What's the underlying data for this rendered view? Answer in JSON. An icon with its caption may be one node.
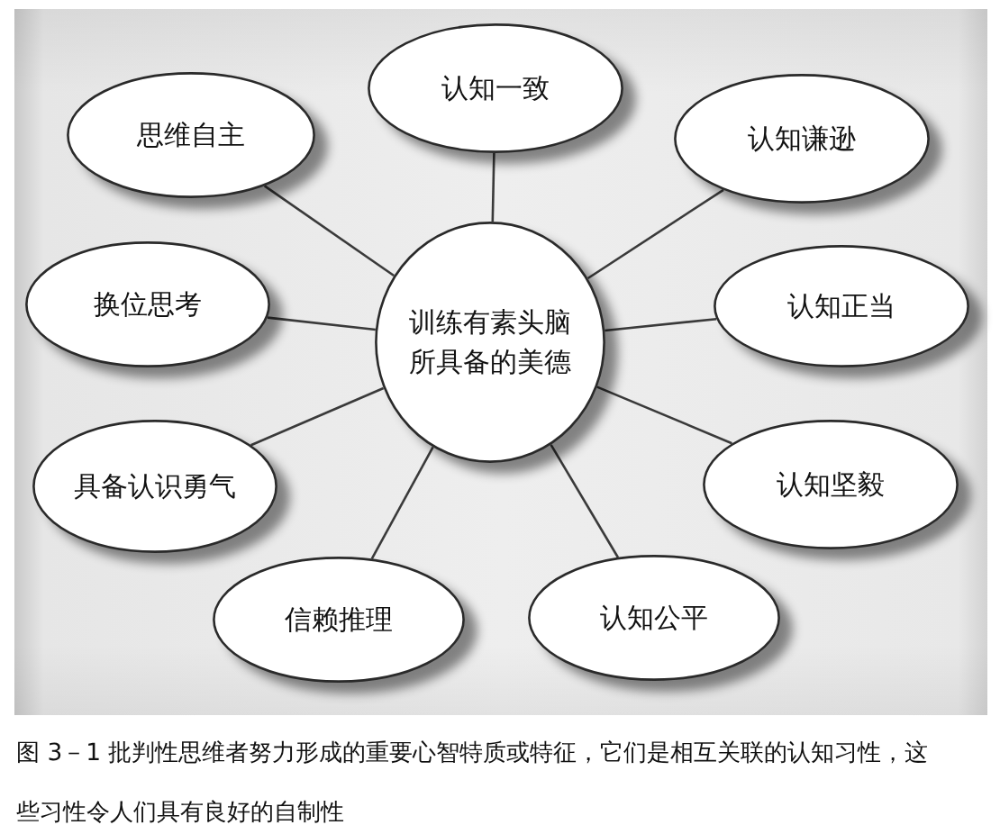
{
  "diagram": {
    "caption": "图 3－1 批判性思维者努力形成的重要心智特质或特征，它们是相互关联的认知习性，这些习性令人们具有良好的自制性",
    "nodes": [
      {
        "text": [
          "训练有素头脑所具备的美德"
        ]
      },
      {
        "text": [
          "认知一致"
        ]
      },
      {
        "text": [
          "思维自主"
        ]
      },
      {
        "text": [
          "认知谦逊"
        ]
      },
      {
        "text": [
          "换位思考"
        ]
      },
      {
        "text": [
          "认知正当"
        ]
      },
      {
        "text": [
          "具备认识勇气"
        ]
      },
      {
        "text": [
          "认知坚毅"
        ]
      },
      {
        "text": [
          "信赖推理"
        ]
      },
      {
        "text": [
          "认知公平"
        ]
      }
    ],
    "edges": [
      {
        "from": 0,
        "to": 1,
        "arrow": "none"
      },
      {
        "from": 0,
        "to": 2,
        "arrow": "none"
      },
      {
        "from": 0,
        "to": 3,
        "arrow": "none"
      },
      {
        "from": 0,
        "to": 4,
        "arrow": "none"
      },
      {
        "from": 0,
        "to": 5,
        "arrow": "none"
      },
      {
        "from": 0,
        "to": 6,
        "arrow": "none"
      },
      {
        "from": 0,
        "to": 7,
        "arrow": "none"
      },
      {
        "from": 0,
        "to": 8,
        "arrow": "none"
      },
      {
        "from": 0,
        "to": 9,
        "arrow": "none"
      }
    ]
  }
}
